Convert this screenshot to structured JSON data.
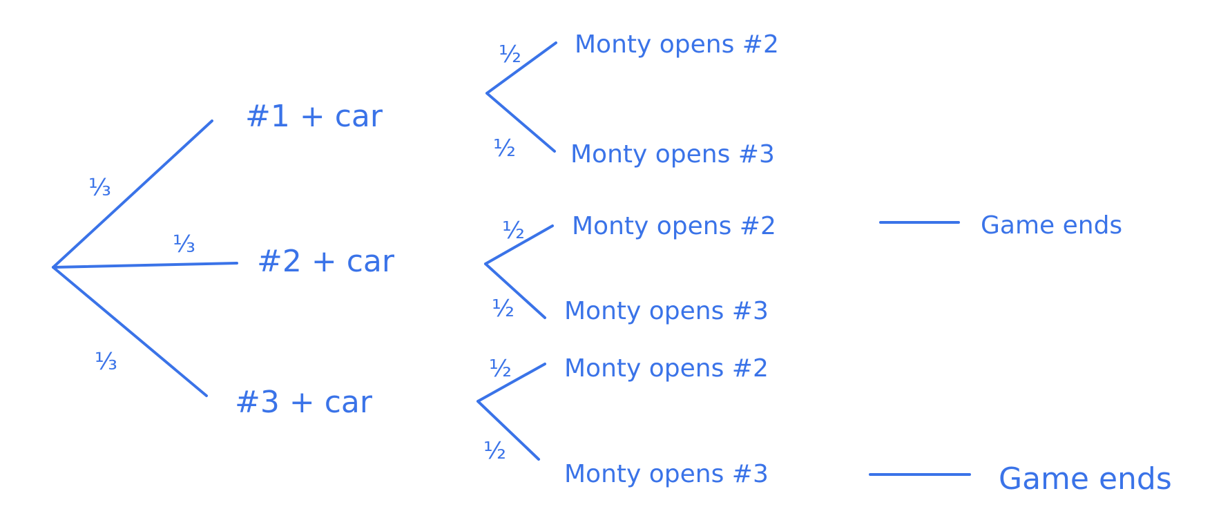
{
  "accent_color": "#3a73e8",
  "first_level": {
    "probability": "⅓",
    "nodes": [
      "#1 + car",
      "#2 + car",
      "#3 + car"
    ]
  },
  "second_level": {
    "probability": "½",
    "groups": [
      {
        "outcomes": [
          "Monty opens #2",
          "Monty opens #3"
        ]
      },
      {
        "outcomes": [
          "Monty opens #2",
          "Monty opens #3"
        ]
      },
      {
        "outcomes": [
          "Monty opens #2",
          "Monty opens #3"
        ]
      }
    ]
  },
  "terminal": {
    "label": "Game ends"
  }
}
